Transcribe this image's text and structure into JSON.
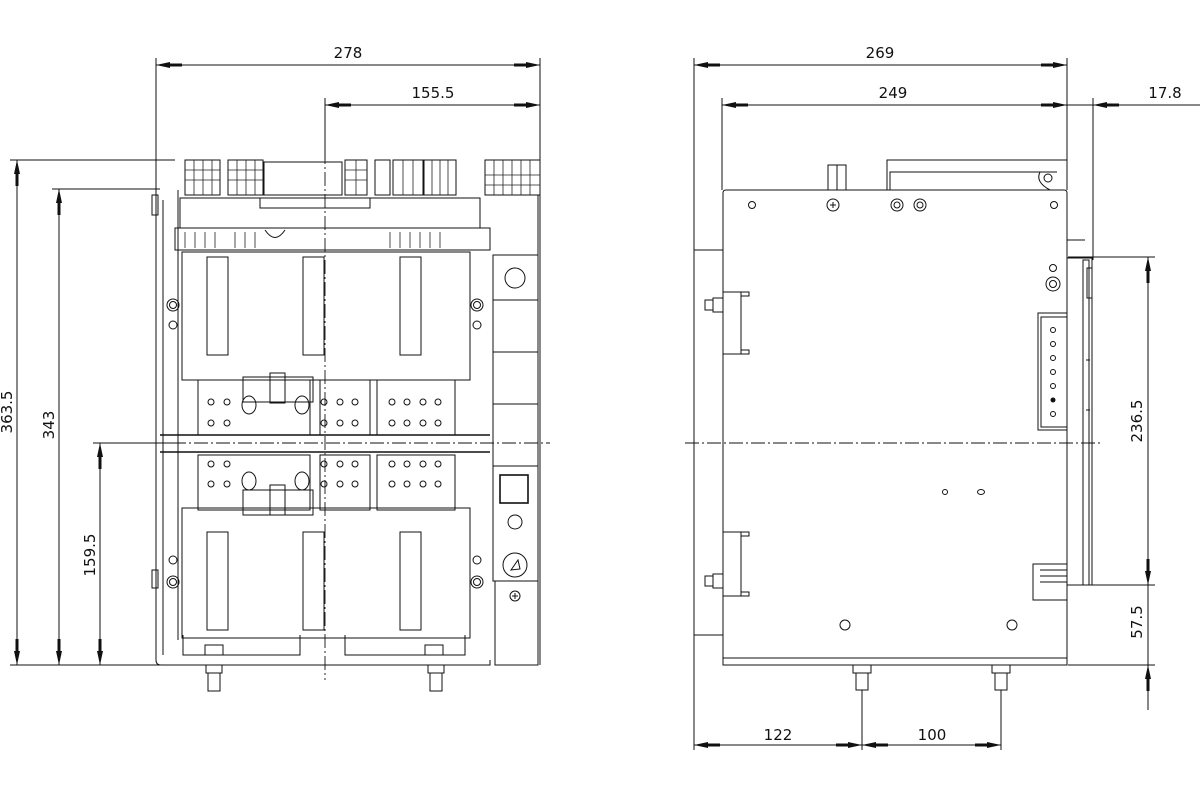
{
  "drawing": {
    "type": "technical dimension drawing",
    "views": [
      {
        "id": "front-view",
        "dimensions": {
          "overall_width": "278",
          "partial_width": "155.5",
          "overall_height": "363.5",
          "body_height": "343",
          "center_height": "159.5"
        }
      },
      {
        "id": "side-view",
        "dimensions": {
          "overall_depth": "269",
          "body_depth": "249",
          "rear_offset": "17.8",
          "upper_height": "236.5",
          "lower_height": "57.5",
          "terminal_offset": "122",
          "terminal_spacing": "100"
        }
      }
    ]
  },
  "colors": {
    "line": "#111111",
    "background": "#ffffff"
  }
}
